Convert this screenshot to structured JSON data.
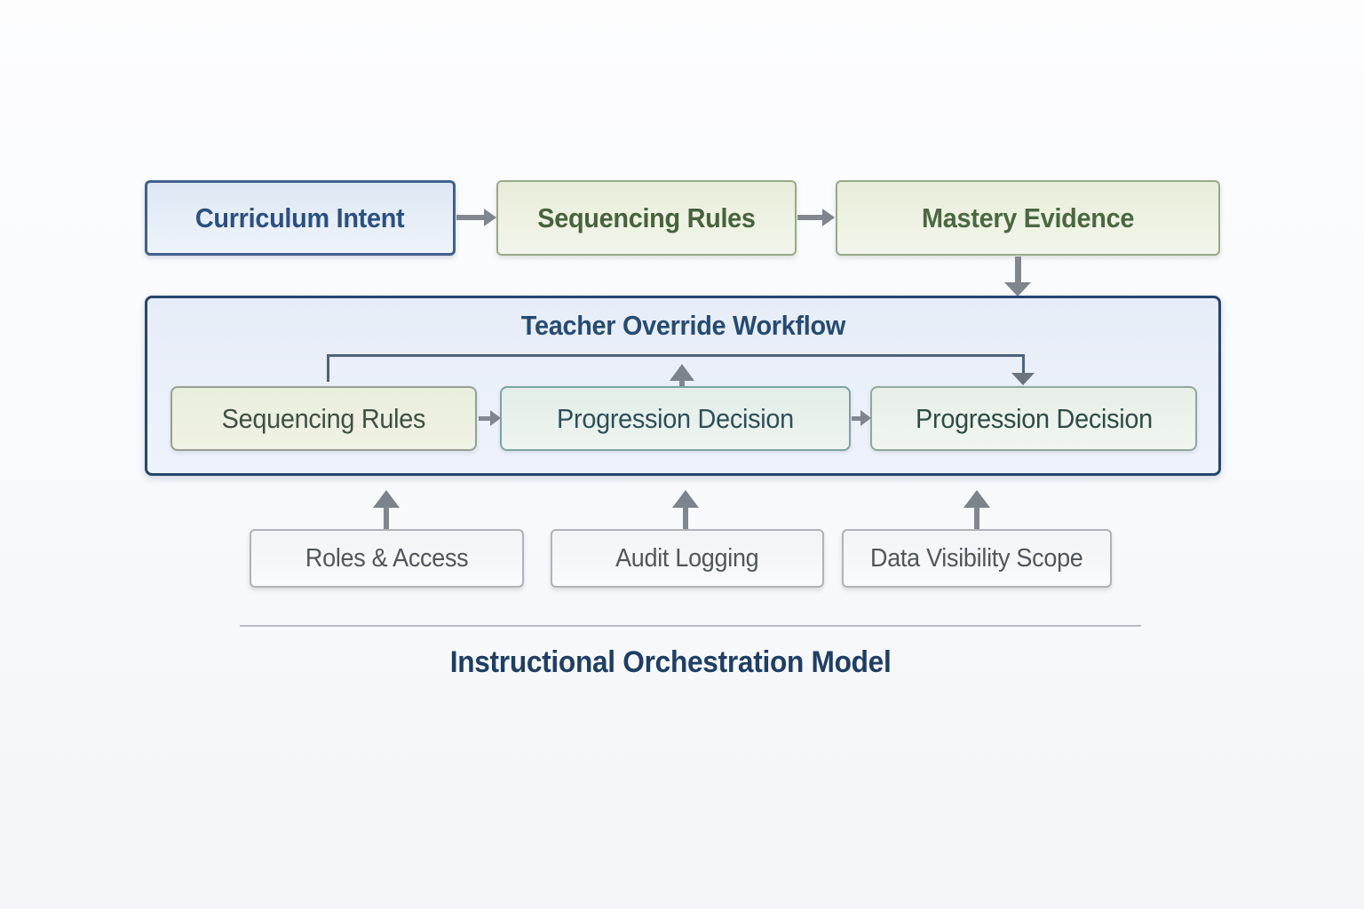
{
  "diagram": {
    "top_row": [
      {
        "id": "curriculum-intent",
        "label": "Curriculum Intent"
      },
      {
        "id": "sequencing-rules",
        "label": "Sequencing Rules"
      },
      {
        "id": "mastery-evidence",
        "label": "Mastery Evidence"
      }
    ],
    "container": {
      "title": "Teacher Override Workflow",
      "boxes": [
        {
          "id": "sequencing-rules-inner",
          "label": "Sequencing Rules"
        },
        {
          "id": "progression-decision-1",
          "label": "Progression Decision"
        },
        {
          "id": "progression-decision-2",
          "label": "Progression Decision"
        }
      ]
    },
    "bottom_row": [
      {
        "id": "roles-access",
        "label": "Roles & Access"
      },
      {
        "id": "audit-logging",
        "label": "Audit Logging"
      },
      {
        "id": "data-visibility-scope",
        "label": "Data Visibility Scope"
      }
    ],
    "caption": "Instructional Orchestration Model",
    "edges": [
      {
        "from": "Curriculum Intent",
        "to": "Sequencing Rules"
      },
      {
        "from": "Sequencing Rules",
        "to": "Mastery Evidence"
      },
      {
        "from": "Mastery Evidence",
        "to": "Teacher Override Workflow"
      },
      {
        "from": "Sequencing Rules (inner)",
        "to": "Progression Decision (1)"
      },
      {
        "from": "Progression Decision (1)",
        "to": "Progression Decision (2)"
      },
      {
        "from": "Sequencing Rules (inner)",
        "to": "Progression Decision (2)",
        "style": "feedback-bracket"
      },
      {
        "from": "Roles & Access",
        "to": "Teacher Override Workflow"
      },
      {
        "from": "Audit Logging",
        "to": "Teacher Override Workflow"
      },
      {
        "from": "Data Visibility Scope",
        "to": "Teacher Override Workflow"
      }
    ],
    "colors": {
      "blue_box_border": "#40618f",
      "blue_box_fill": "#e3ebf6",
      "blue_box_text": "#2a5080",
      "green_box_border": "#9aa88c",
      "green_box_fill": "#edf1e1",
      "green_box_text": "#47623e",
      "container_border": "#27456e",
      "container_fill": "#eaeffa",
      "container_title_text": "#254b72",
      "teal_box_border": "#7da3a0",
      "teal_box_text": "#2e4f55",
      "neutral_box_border": "#afb3b8",
      "neutral_box_fill": "#f6f7f8",
      "neutral_box_text": "#50565c",
      "arrow_gray": "#7f858c",
      "bracket_line": "#4f617e",
      "caption_text": "#1e3e64",
      "divider": "#b7bbc1"
    }
  }
}
